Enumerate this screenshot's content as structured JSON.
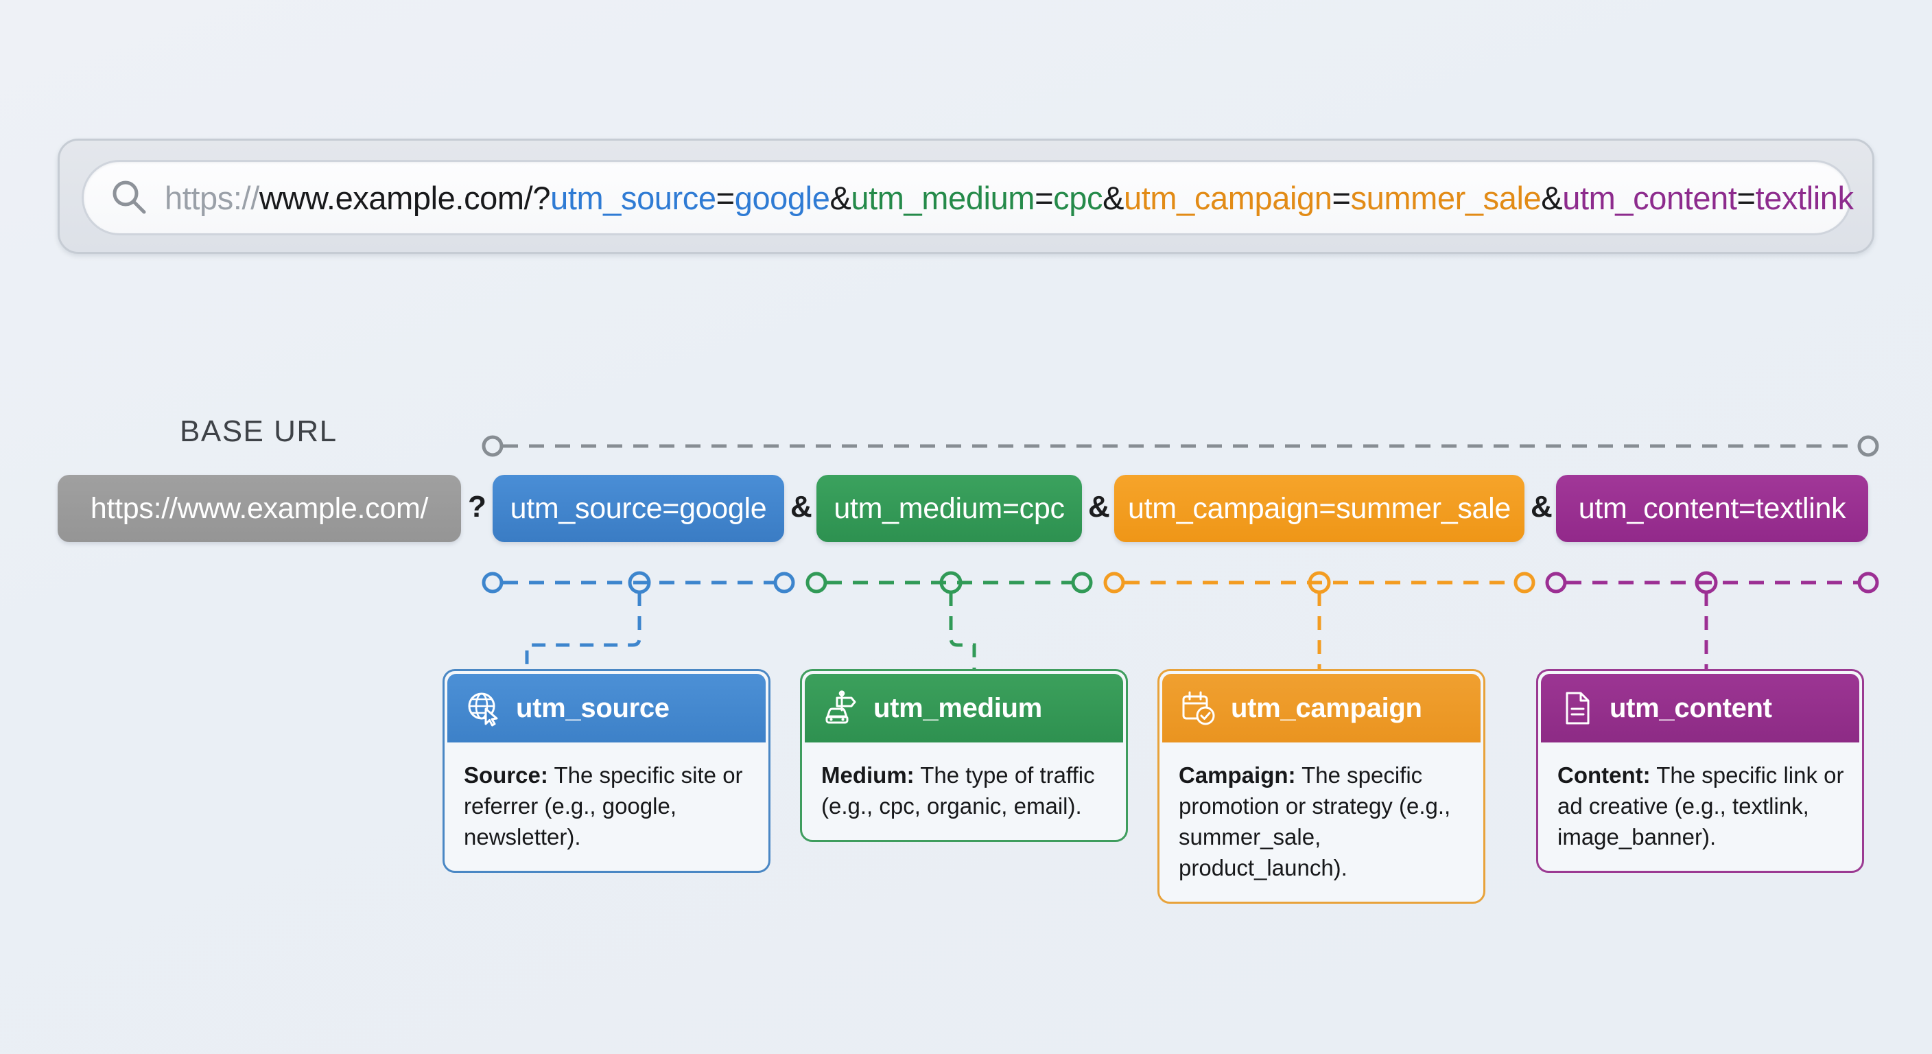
{
  "searchbar": {
    "icon": "search-icon",
    "url_full": "https://www.example.com/?utm_source=google&utm_medium=cpc&utm_campaign=summer_sale&utm_content=textlink",
    "parts": {
      "scheme": "https://",
      "host": "www.example.com/",
      "question": "?",
      "k1": "utm_source",
      "eq1": "=",
      "v1": "google",
      "amp1": "&",
      "k2": "utm_medium",
      "eq2": "=",
      "v2": "cpc",
      "amp2": "&",
      "k3": "utm_campaign",
      "eq3": "=",
      "v3": "summer_sale",
      "amp3": "&",
      "k4": "utm_content",
      "eq4": "=",
      "v4": "textlink"
    }
  },
  "diagram": {
    "base_url_label": "BASE URL",
    "base_segment": "https://www.example.com/",
    "question_mark": "?",
    "separators": [
      "&",
      "&",
      "&"
    ],
    "segments": [
      {
        "text": "utm_source=google",
        "color": "#3d85cd"
      },
      {
        "text": "utm_medium=cpc",
        "color": "#319a57"
      },
      {
        "text": "utm_campaign=summer_sale",
        "color": "#f39c21"
      },
      {
        "text": "utm_content=textlink",
        "color": "#9c2f93"
      }
    ]
  },
  "cards": [
    {
      "icon": "globe-cursor-icon",
      "title": "utm_source",
      "body_bold": "Source:",
      "body_text": " The specific site or referrer (e.g., google, newsletter).",
      "color": "#3d81c8"
    },
    {
      "icon": "car-signpost-icon",
      "title": "utm_medium",
      "body_bold": "Medium:",
      "body_text": " The type of traffic (e.g., cpc, organic, email).",
      "color": "#2e9150"
    },
    {
      "icon": "calendar-check-icon",
      "title": "utm_campaign",
      "body_bold": "Campaign:",
      "body_text": " The specific promotion or strategy (e.g., summer_sale, product_launch).",
      "color": "#ea9420"
    },
    {
      "icon": "document-lines-icon",
      "title": "utm_content",
      "body_bold": "Content:",
      "body_text": " The specific link or ad creative (e.g., textlink, image_banner).",
      "color": "#8d2b85"
    }
  ],
  "colors": {
    "background": "#eaeff5",
    "base_gray": "#9a9a9a",
    "blue": "#3d85cd",
    "green": "#319a57",
    "orange": "#f39c21",
    "purple": "#9c2f93",
    "dashed_gray": "#878d93"
  }
}
